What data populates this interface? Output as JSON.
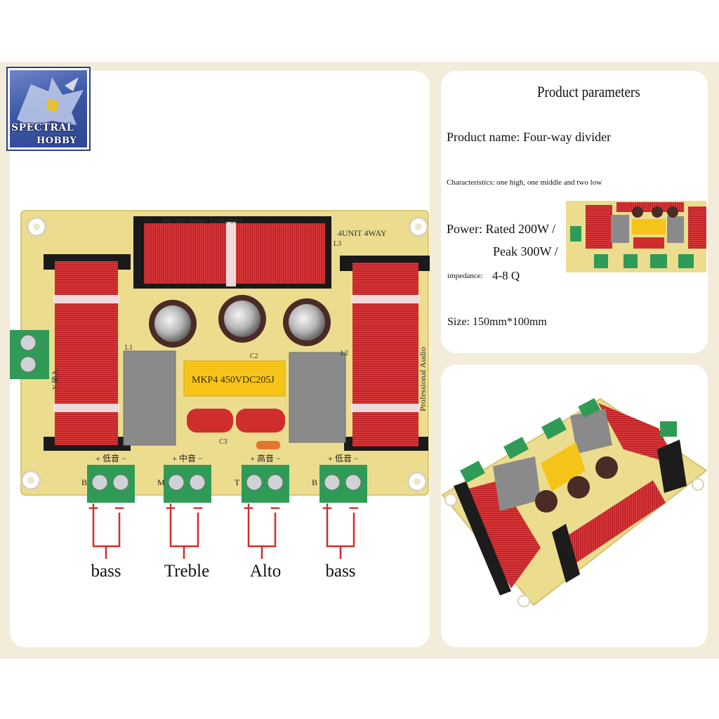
{
  "logo": {
    "line1": "SPECTRAL",
    "line2": "HOBBY"
  },
  "board": {
    "top_print": "4Ω-8Ω/200w 12db/oct",
    "unit_print": "4UNIT 4WAY",
    "side_print": "Professional Audio",
    "capacitor_print": "MKP4 450VDC205J",
    "ref_l1": "L1",
    "ref_l2": "L2",
    "ref_l3": "L3",
    "ref_c3": "C3",
    "ref_c2": "C2",
    "input_print": "Y 输入",
    "terminals": [
      {
        "letter": "B",
        "top": "+ 低音 −"
      },
      {
        "letter": "M",
        "top": "+ 中音 −"
      },
      {
        "letter": "T",
        "top": "+ 高音 −"
      },
      {
        "letter": "B",
        "top": "+ 低音 −"
      }
    ],
    "plus": "+",
    "minus": "−"
  },
  "terminal_labels": [
    "bass",
    "Treble",
    "Alto",
    "bass"
  ],
  "params": {
    "title": "Product parameters",
    "name": "Product name: Four-way divider",
    "characteristics": "Characteristics: one high, one middle and two low",
    "power_rated": "Power: Rated 200W /",
    "power_peak": "Peak 300W /",
    "impedance_label": "impedance:",
    "impedance_value": "4-8 Q",
    "size": "Size: 150mm*100mm"
  },
  "colors": {
    "board": "#ecdc8e",
    "coil": "#c8232a",
    "terminal": "#2f9b57",
    "wire": "#d42b2b"
  }
}
